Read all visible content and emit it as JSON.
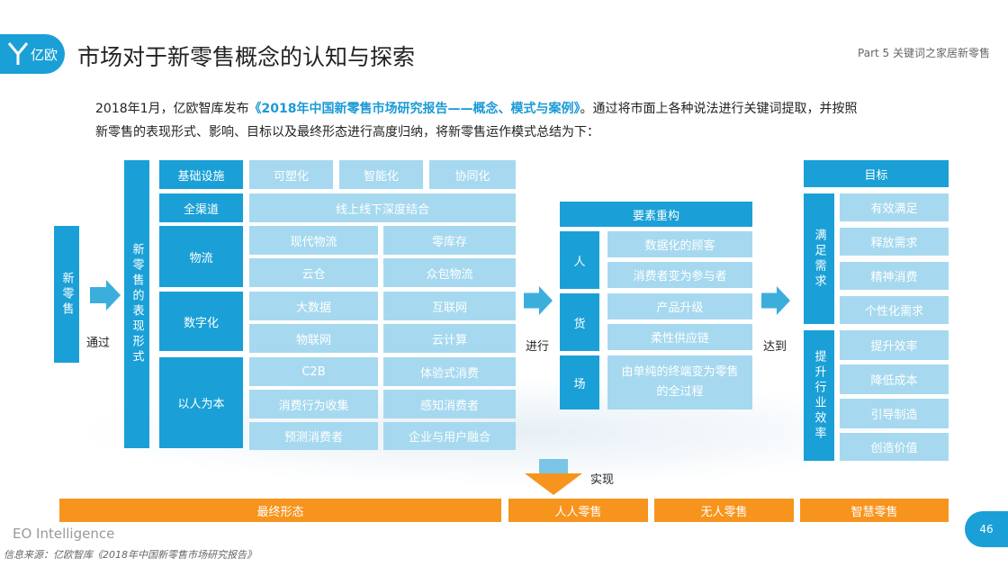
{
  "header": {
    "logo_text": "亿欧",
    "title": "市场对于新零售概念的认知与探索",
    "section": "Part 5 关键词之家居新零售"
  },
  "intro": {
    "part1": "2018年1月，亿欧智库发布",
    "highlight": "《2018年中国新零售市场研究报告——概念、模式与案例》",
    "part2": "。通过将市面上各种说法进行关键词提取，并按照",
    "line2": "新零售的表现形式、影响、目标以及最终形态进行高度归纳，将新零售运作模式总结为下："
  },
  "diagram": {
    "start": "新零售",
    "arrow1": "通过",
    "column1_header": "新零售的表现形式",
    "rows": [
      {
        "label": "基础设施",
        "items": [
          "可塑化",
          "智能化",
          "协同化"
        ]
      },
      {
        "label": "全渠道",
        "items": [
          "线上线下深度结合"
        ]
      },
      {
        "label": "物流",
        "items": [
          "现代物流",
          "零库存",
          "云仓",
          "众包物流"
        ]
      },
      {
        "label": "数字化",
        "items": [
          "大数据",
          "互联网",
          "物联网",
          "云计算"
        ]
      },
      {
        "label": "以人为本",
        "items": [
          "C2B",
          "体验式消费",
          "消费行为收集",
          "感知消费者",
          "预测消费者",
          "企业与用户融合"
        ]
      }
    ],
    "arrow2": "进行",
    "middle_header": "要素重构",
    "middle": [
      {
        "label": "人",
        "items": [
          "数据化的顾客",
          "消费者变为参与者"
        ]
      },
      {
        "label": "货",
        "items": [
          "产品升级",
          "柔性供应链"
        ]
      },
      {
        "label": "场",
        "items": [
          "由单纯的终端变为零售的全过程"
        ]
      }
    ],
    "arrow3": "达到",
    "goal_header": "目标",
    "goals": [
      {
        "label": "满足需求",
        "items": [
          "有效满足",
          "释放需求",
          "精神消费",
          "个性化需求"
        ]
      },
      {
        "label": "提升行业效率",
        "items": [
          "提升效率",
          "降低成本",
          "引导制造",
          "创造价值"
        ]
      }
    ],
    "arrow4": "实现",
    "final_label": "最终形态",
    "finals": [
      "人人零售",
      "无人零售",
      "智慧零售"
    ]
  },
  "footer": {
    "brand": "EO Intelligence",
    "source": "信息来源：亿欧智库《2018年中国新零售市场研究报告》",
    "page": "46"
  },
  "colors": {
    "dark_blue": "#1aa0d6",
    "light_blue": "#a6d9ef",
    "orange": "#f7941d",
    "highlight_text": "#1a9ad6"
  }
}
